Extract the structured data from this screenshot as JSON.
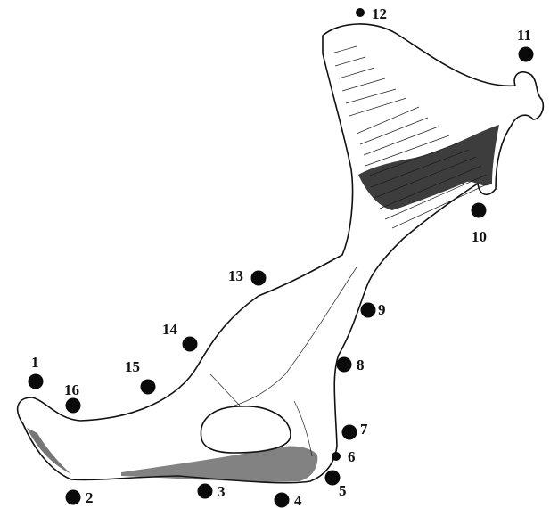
{
  "landmarks": [
    {
      "id": "landmark-1",
      "label": "1"
    },
    {
      "id": "landmark-2",
      "label": "2"
    },
    {
      "id": "landmark-3",
      "label": "3"
    },
    {
      "id": "landmark-4",
      "label": "4"
    },
    {
      "id": "landmark-5",
      "label": "5"
    },
    {
      "id": "landmark-6",
      "label": "6"
    },
    {
      "id": "landmark-7",
      "label": "7"
    },
    {
      "id": "landmark-8",
      "label": "8"
    },
    {
      "id": "landmark-9",
      "label": "9"
    },
    {
      "id": "landmark-10",
      "label": "10"
    },
    {
      "id": "landmark-11",
      "label": "11"
    },
    {
      "id": "landmark-12",
      "label": "12"
    },
    {
      "id": "landmark-13",
      "label": "13"
    },
    {
      "id": "landmark-14",
      "label": "14"
    },
    {
      "id": "landmark-15",
      "label": "15"
    },
    {
      "id": "landmark-16",
      "label": "16"
    }
  ],
  "colors": {
    "ink": "#111111",
    "background": "#ffffff"
  }
}
